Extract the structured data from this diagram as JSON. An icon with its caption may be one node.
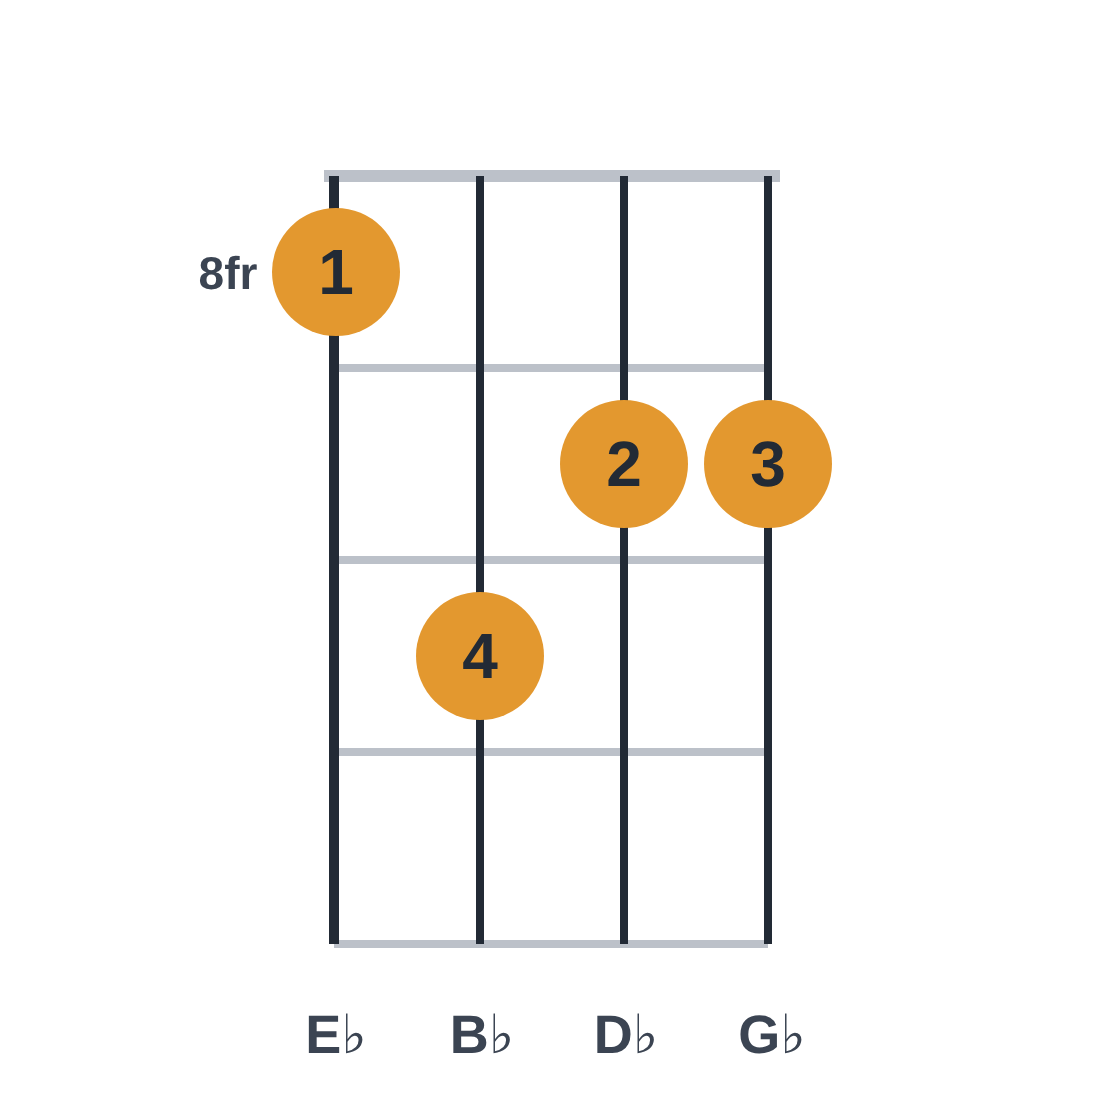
{
  "diagram": {
    "nodes": [
      {
        "text": [
          "1"
        ]
      },
      {
        "text": [
          "2"
        ]
      },
      {
        "text": [
          "3"
        ]
      },
      {
        "text": [
          "4"
        ]
      }
    ],
    "edges": [],
    "labels": [
      "8fr",
      "**E**♭",
      "**B**♭",
      "**D**♭",
      "**G**♭"
    ]
  }
}
